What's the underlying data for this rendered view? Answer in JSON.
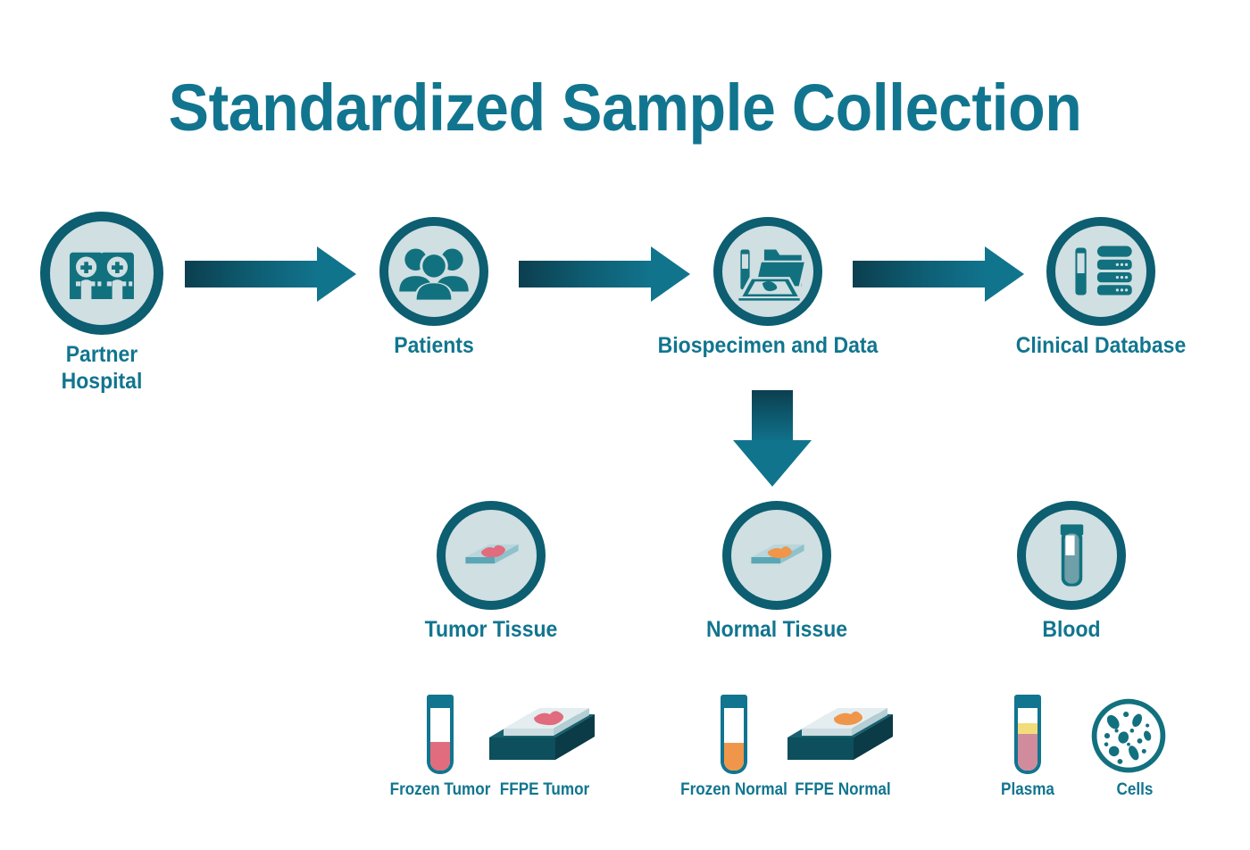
{
  "title": "Standardized Sample Collection",
  "colors": {
    "title": "#11758f",
    "label": "#11758f",
    "ring": "#0c5e70",
    "circle_fill": "#cfdfe2",
    "icon": "#12717f",
    "arrow_dark": "#0b3f4f",
    "arrow_light": "#11748d",
    "tumor_pink": "#e06c7e",
    "normal_orange": "#f0964a",
    "plasma_yellow": "#f2dd7a",
    "plasma_pink": "#d08b9c",
    "slide_glass": "#a9cdd4",
    "ffpe_block": "#0d4f5c"
  },
  "flow": {
    "nodes": [
      {
        "id": "partner-hospital",
        "icon": "hospital-icon",
        "label": "Partner\nHospital",
        "label_line1": "Partner",
        "label_line2": "Hospital"
      },
      {
        "id": "patients",
        "icon": "patients-icon",
        "label": "Patients"
      },
      {
        "id": "biospecimen-and-data",
        "icon": "biospecimen-data-icon",
        "label": "Biospecimen and Data"
      },
      {
        "id": "clinical-database",
        "icon": "clinical-database-icon",
        "label": "Clinical Database"
      }
    ],
    "arrows": [
      {
        "id": "arrow-hospital-to-patients",
        "direction": "right"
      },
      {
        "id": "arrow-patients-to-biospecimen",
        "direction": "right"
      },
      {
        "id": "arrow-biospecimen-to-database",
        "direction": "right"
      },
      {
        "id": "arrow-biospecimen-to-samples",
        "direction": "down"
      }
    ]
  },
  "sample_types": [
    {
      "id": "tumor-tissue",
      "icon": "tissue-slide-icon",
      "label": "Tumor Tissue",
      "blob_color": "#e06c7e"
    },
    {
      "id": "normal-tissue",
      "icon": "tissue-slide-icon",
      "label": "Normal Tissue",
      "blob_color": "#f0964a"
    },
    {
      "id": "blood",
      "icon": "blood-tube-icon",
      "label": "Blood"
    }
  ],
  "derivatives": [
    {
      "id": "frozen-tumor",
      "icon": "tube-icon",
      "label": "Frozen Tumor",
      "fill_color": "#e06c7e",
      "fill_pct": 46
    },
    {
      "id": "ffpe-tumor",
      "icon": "ffpe-block-icon",
      "label": "FFPE Tumor",
      "blob_color": "#e06c7e"
    },
    {
      "id": "frozen-normal",
      "icon": "tube-icon",
      "label": "Frozen Normal",
      "fill_color": "#f0964a",
      "fill_pct": 44
    },
    {
      "id": "ffpe-normal",
      "icon": "ffpe-block-icon",
      "label": "FFPE Normal",
      "blob_color": "#f0964a"
    },
    {
      "id": "plasma",
      "icon": "layered-tube-icon",
      "label": "Plasma",
      "top_color": "#f2dd7a",
      "bottom_color": "#d08b9c"
    },
    {
      "id": "cells",
      "icon": "petri-dish-cells-icon",
      "label": "Cells"
    }
  ]
}
